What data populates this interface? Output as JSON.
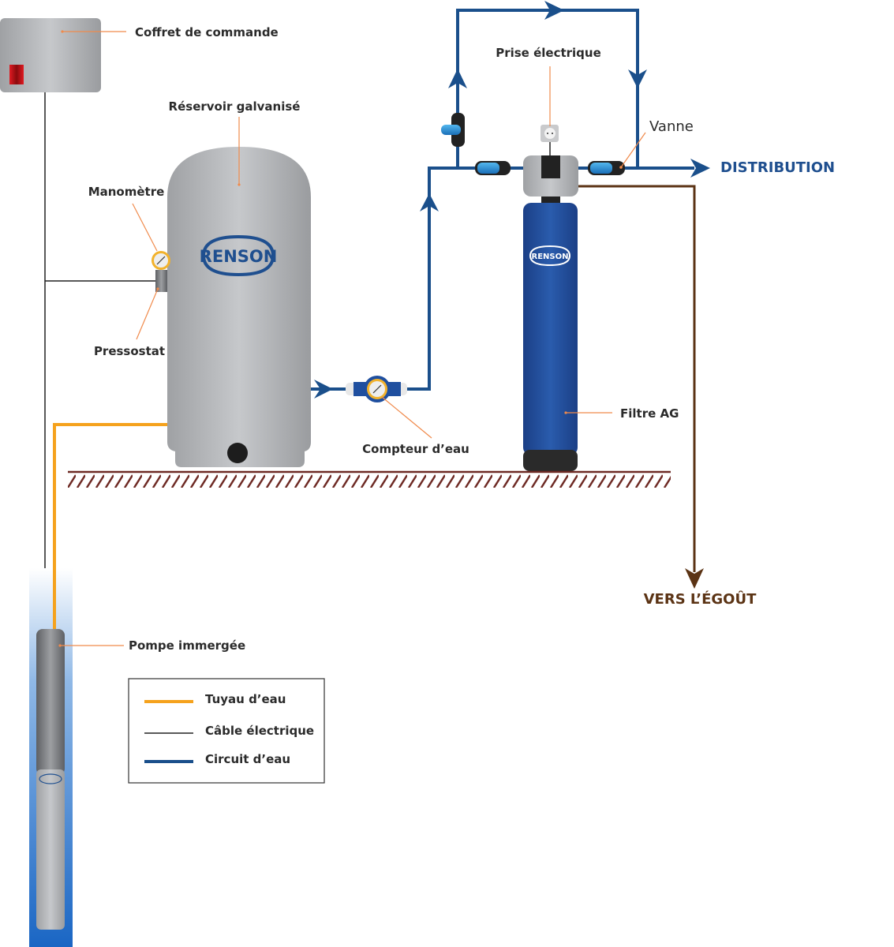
{
  "title": "Installation schematic — submersible pump, galvanized tank, AG filter",
  "colors": {
    "water_pipe": "#f5a21d",
    "electric_cable": "#222222",
    "water_circuit": "#1a4f8b",
    "drain": "#5b3314",
    "ground": "#6e2a24",
    "leader": "#f08a4b"
  },
  "labels": {
    "control_box": "Coffret de commande",
    "tank": "Réservoir galvanisé",
    "manometer": "Manomètre",
    "pressure_switch": "Pressostat",
    "water_meter": "Compteur d’eau",
    "outlet": "Prise électrique",
    "valve": "Vanne",
    "filter": "Filtre AG",
    "pump": "Pompe immergée"
  },
  "destinations": {
    "distribution": "DISTRIBUTION",
    "drain": "VERS L’ÉGOÛT"
  },
  "brand": {
    "logo_text": "RENSON"
  },
  "legend": {
    "items": [
      {
        "label": "Tuyau d’eau",
        "key": "water_pipe"
      },
      {
        "label": "Câble électrique",
        "key": "electric_cable"
      },
      {
        "label": "Circuit d’eau",
        "key": "water_circuit"
      }
    ]
  }
}
